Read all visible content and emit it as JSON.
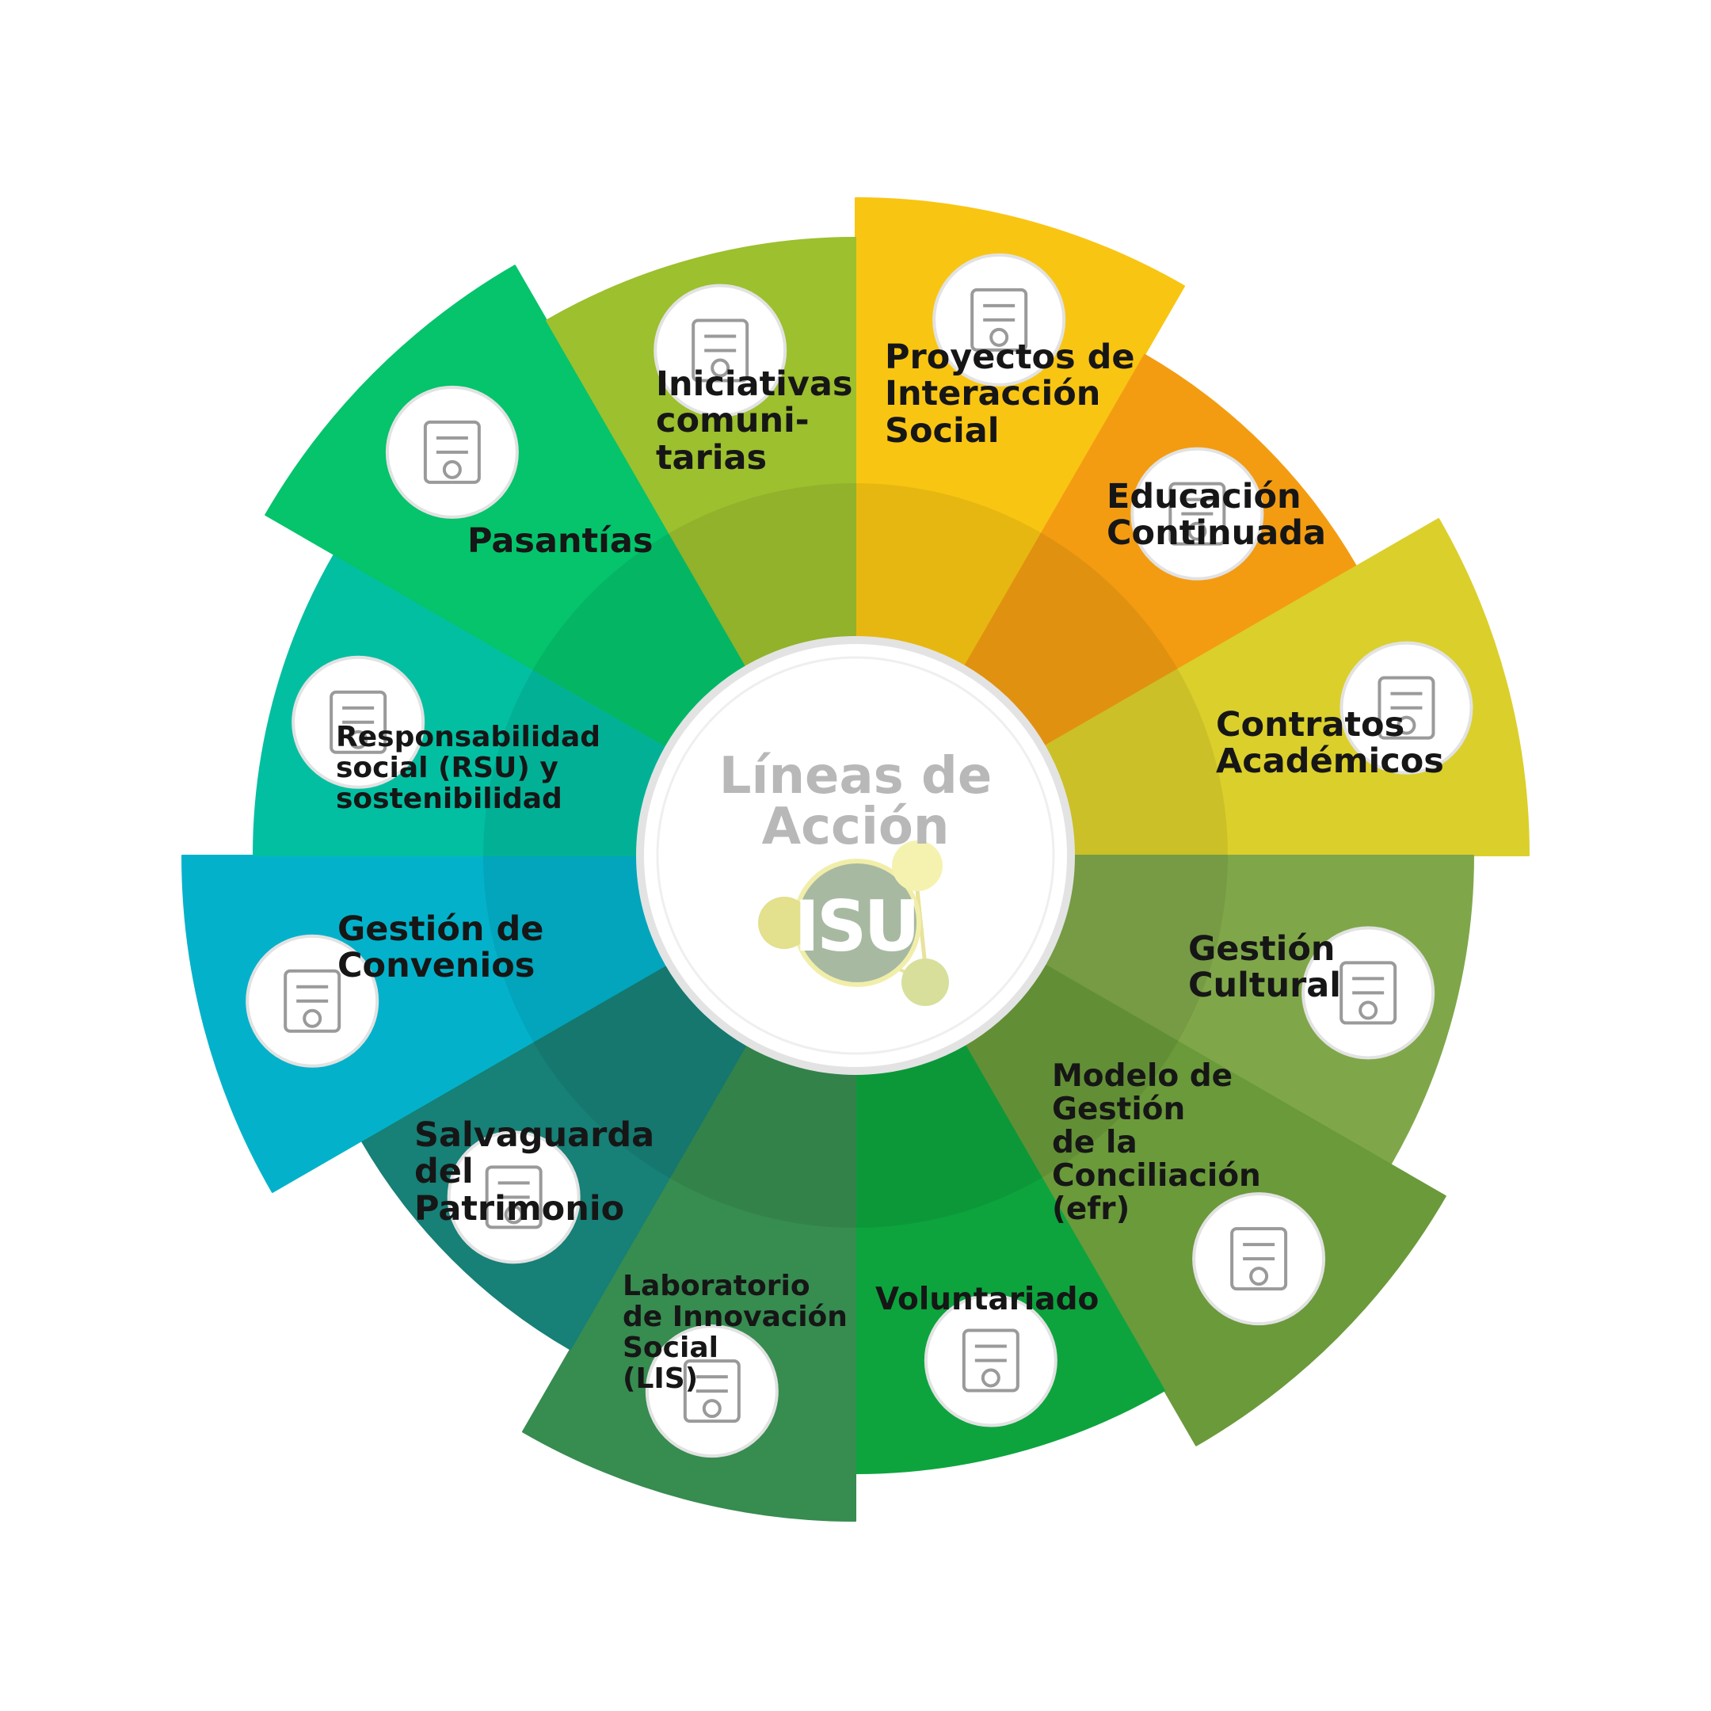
{
  "title_lines": [
    "Líneas de",
    "Acción"
  ],
  "logo": {
    "text": "ISU"
  },
  "segments": [
    {
      "id": "proyectos",
      "lines": [
        "Proyectos de",
        "Interacción",
        "Social"
      ],
      "color": "#F9C513",
      "icon": "blueprint-gear-icon"
    },
    {
      "id": "educacion",
      "lines": [
        "Educación",
        "Continuada"
      ],
      "color": "#F39C12",
      "icon": "book-graduation-cycle-icon"
    },
    {
      "id": "contratos",
      "lines": [
        "Contratos",
        "Académicos"
      ],
      "color": "#DBCF2B",
      "icon": "contract-handshake-icon"
    },
    {
      "id": "cultural",
      "lines": [
        "Gestión",
        "Cultural"
      ],
      "color": "#7FA74A",
      "icon": "globe-hands-icon"
    },
    {
      "id": "efr",
      "lines": [
        "Modelo de",
        "Gestión",
        "de la",
        "Conciliación",
        "(efr)"
      ],
      "color": "#6A9A3A",
      "icon": "family-icon"
    },
    {
      "id": "voluntariado",
      "lines": [
        "Voluntariado"
      ],
      "color": "#0DA43E",
      "icon": "raised-hands-heart-icon"
    },
    {
      "id": "lis",
      "lines": [
        "Laboratorio",
        "de Innovación",
        "Social",
        "(LIS)"
      ],
      "color": "#378C50",
      "icon": "idea-bulb-team-icon"
    },
    {
      "id": "patrimonio",
      "lines": [
        "Salvaguarda",
        "del",
        "Patrimonio"
      ],
      "color": "#178077",
      "icon": "hand-building-icon"
    },
    {
      "id": "convenios",
      "lines": [
        "Gestión de",
        "Convenios"
      ],
      "color": "#03B2CA",
      "icon": "document-gauge-icon"
    },
    {
      "id": "rsu",
      "lines": [
        "Responsabilidad",
        "social (RSU) y",
        "sostenibilidad"
      ],
      "color": "#03BFA1",
      "icon": "people-cycle-icon"
    },
    {
      "id": "pasantias",
      "lines": [
        "Pasantías"
      ],
      "color": "#05C46B",
      "icon": "briefcase-diploma-icon"
    },
    {
      "id": "iniciativas",
      "lines": [
        "Iniciativas",
        "comuni-",
        "tarias"
      ],
      "color": "#9CC02E",
      "icon": "community-meeting-icon"
    }
  ]
}
